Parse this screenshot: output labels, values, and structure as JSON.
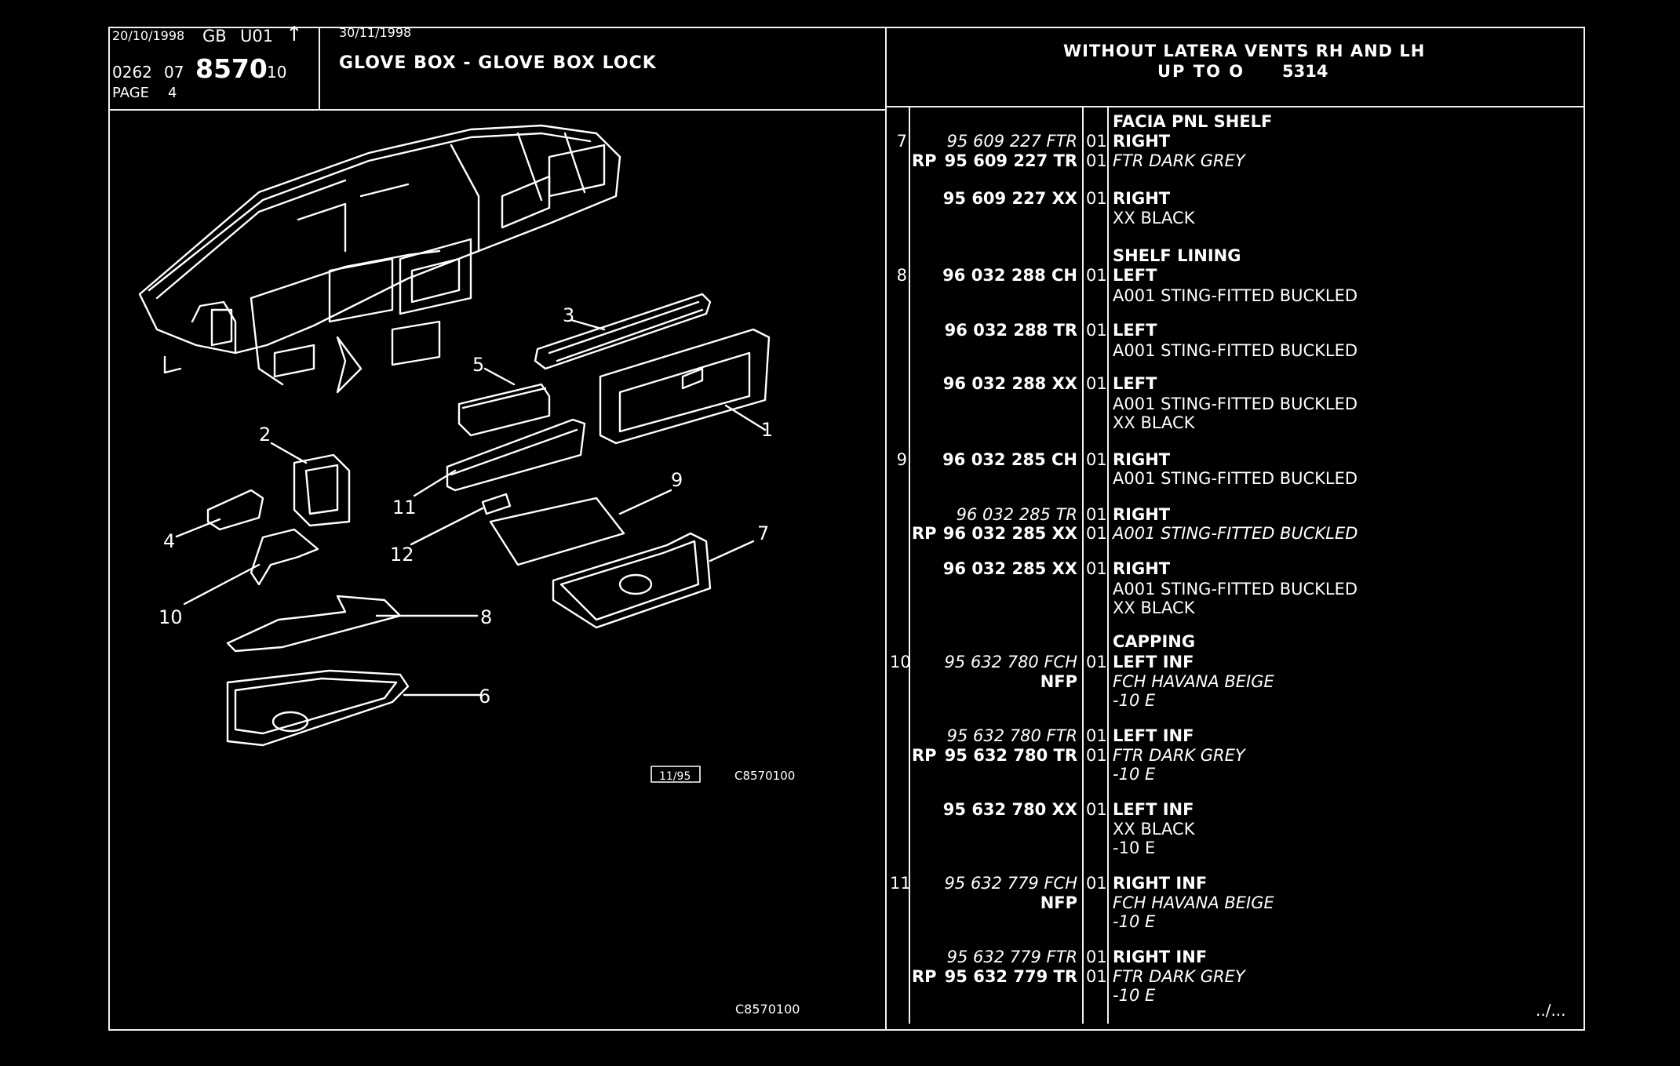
{
  "header": {
    "date_left": "20/10/1998",
    "lang": "GB",
    "unit": "U01",
    "up_arrow": "↑",
    "ref_a": "0262",
    "ref_b": "07",
    "group_code": "8570",
    "ref_c": "10",
    "page_label": "PAGE",
    "page_num": "4",
    "date_mid": "30/11/1998",
    "title": "GLOVE BOX - GLOVE BOX LOCK",
    "condition_line1": "WITHOUT LATERA VENTS RH AND LH",
    "condition_line2_a": "UP TO O",
    "condition_line2_b": "5314"
  },
  "diagram": {
    "callouts": [
      "1",
      "2",
      "3",
      "4",
      "5",
      "6",
      "7",
      "8",
      "9",
      "10",
      "11",
      "12"
    ],
    "stamp_date": "11/95",
    "stamp_code": "C8570100",
    "footer_code": "C8570100"
  },
  "parts": {
    "rows": [
      {
        "type": "heading",
        "desc": "FACIA PNL SHELF"
      },
      {
        "type": "part",
        "item": "7",
        "prefix": "",
        "num": "95 609 227 FTR",
        "qty": "01",
        "desc": "RIGHT",
        "num_style": "i",
        "desc_style": "b"
      },
      {
        "type": "part",
        "item": "",
        "prefix": "RP",
        "num": "95 609 227 TR",
        "qty": "01",
        "desc": "FTR DARK GREY",
        "num_style": "b",
        "desc_style": "i"
      },
      {
        "type": "part",
        "item": "",
        "prefix": "",
        "num": "95 609 227 XX",
        "qty": "01",
        "desc": "RIGHT",
        "num_style": "b",
        "desc_style": "b"
      },
      {
        "type": "desc",
        "desc": "XX BLACK"
      },
      {
        "type": "heading",
        "desc": "SHELF LINING"
      },
      {
        "type": "part",
        "item": "8",
        "prefix": "",
        "num": "96 032 288 CH",
        "qty": "01",
        "desc": "LEFT",
        "num_style": "b",
        "desc_style": "b"
      },
      {
        "type": "desc",
        "desc": "A001 STING-FITTED BUCKLED"
      },
      {
        "type": "part",
        "item": "",
        "prefix": "",
        "num": "96 032 288 TR",
        "qty": "01",
        "desc": "LEFT",
        "num_style": "b",
        "desc_style": "b"
      },
      {
        "type": "desc",
        "desc": "A001 STING-FITTED BUCKLED"
      },
      {
        "type": "part",
        "item": "",
        "prefix": "",
        "num": "96 032 288 XX",
        "qty": "01",
        "desc": "LEFT",
        "num_style": "b",
        "desc_style": "b"
      },
      {
        "type": "desc",
        "desc": "A001 STING-FITTED BUCKLED"
      },
      {
        "type": "desc",
        "desc": "XX BLACK"
      },
      {
        "type": "part",
        "item": "9",
        "prefix": "",
        "num": "96 032 285 CH",
        "qty": "01",
        "desc": "RIGHT",
        "num_style": "b",
        "desc_style": "b"
      },
      {
        "type": "desc",
        "desc": "A001 STING-FITTED BUCKLED"
      },
      {
        "type": "part",
        "item": "",
        "prefix": "",
        "num": "96 032 285 TR",
        "qty": "01",
        "desc": "RIGHT",
        "num_style": "i",
        "desc_style": "b"
      },
      {
        "type": "part",
        "item": "",
        "prefix": "RP",
        "num": "96 032 285 XX",
        "qty": "01",
        "desc": "A001 STING-FITTED BUCKLED",
        "num_style": "b",
        "desc_style": "i"
      },
      {
        "type": "part",
        "item": "",
        "prefix": "",
        "num": "96 032 285 XX",
        "qty": "01",
        "desc": "RIGHT",
        "num_style": "b",
        "desc_style": "b"
      },
      {
        "type": "desc",
        "desc": "A001 STING-FITTED BUCKLED"
      },
      {
        "type": "desc",
        "desc": "XX BLACK"
      },
      {
        "type": "heading",
        "desc": "CAPPING"
      },
      {
        "type": "part",
        "item": "10",
        "prefix": "",
        "num": "95 632 780 FCH",
        "qty": "01",
        "desc": "LEFT INF",
        "num_style": "i",
        "desc_style": "b"
      },
      {
        "type": "part",
        "item": "",
        "prefix": "",
        "num": "NFP",
        "qty": "",
        "desc": "FCH HAVANA BEIGE",
        "num_style": "b",
        "desc_style": "i"
      },
      {
        "type": "desc",
        "desc": "-10 E",
        "desc_style": "i"
      },
      {
        "type": "part",
        "item": "",
        "prefix": "",
        "num": "95 632 780 FTR",
        "qty": "01",
        "desc": "LEFT INF",
        "num_style": "i",
        "desc_style": "b"
      },
      {
        "type": "part",
        "item": "",
        "prefix": "RP",
        "num": "95 632 780 TR",
        "qty": "01",
        "desc": "FTR DARK GREY",
        "num_style": "b",
        "desc_style": "i"
      },
      {
        "type": "desc",
        "desc": "-10 E",
        "desc_style": "i"
      },
      {
        "type": "part",
        "item": "",
        "prefix": "",
        "num": "95 632 780 XX",
        "qty": "01",
        "desc": "LEFT INF",
        "num_style": "b",
        "desc_style": "b"
      },
      {
        "type": "desc",
        "desc": "XX BLACK"
      },
      {
        "type": "desc",
        "desc": "-10 E"
      },
      {
        "type": "part",
        "item": "11",
        "prefix": "",
        "num": "95 632 779 FCH",
        "qty": "01",
        "desc": "RIGHT INF",
        "num_style": "i",
        "desc_style": "b"
      },
      {
        "type": "part",
        "item": "",
        "prefix": "",
        "num": "NFP",
        "qty": "",
        "desc": "FCH HAVANA BEIGE",
        "num_style": "b",
        "desc_style": "i"
      },
      {
        "type": "desc",
        "desc": "-10 E",
        "desc_style": "i"
      },
      {
        "type": "part",
        "item": "",
        "prefix": "",
        "num": "95 632 779 FTR",
        "qty": "01",
        "desc": "RIGHT INF",
        "num_style": "i",
        "desc_style": "b"
      },
      {
        "type": "part",
        "item": "",
        "prefix": "RP",
        "num": "95 632 779 TR",
        "qty": "01",
        "desc": "FTR DARK GREY",
        "num_style": "b",
        "desc_style": "i"
      },
      {
        "type": "desc",
        "desc": "-10 E",
        "desc_style": "i"
      }
    ],
    "continuation": "../..."
  }
}
